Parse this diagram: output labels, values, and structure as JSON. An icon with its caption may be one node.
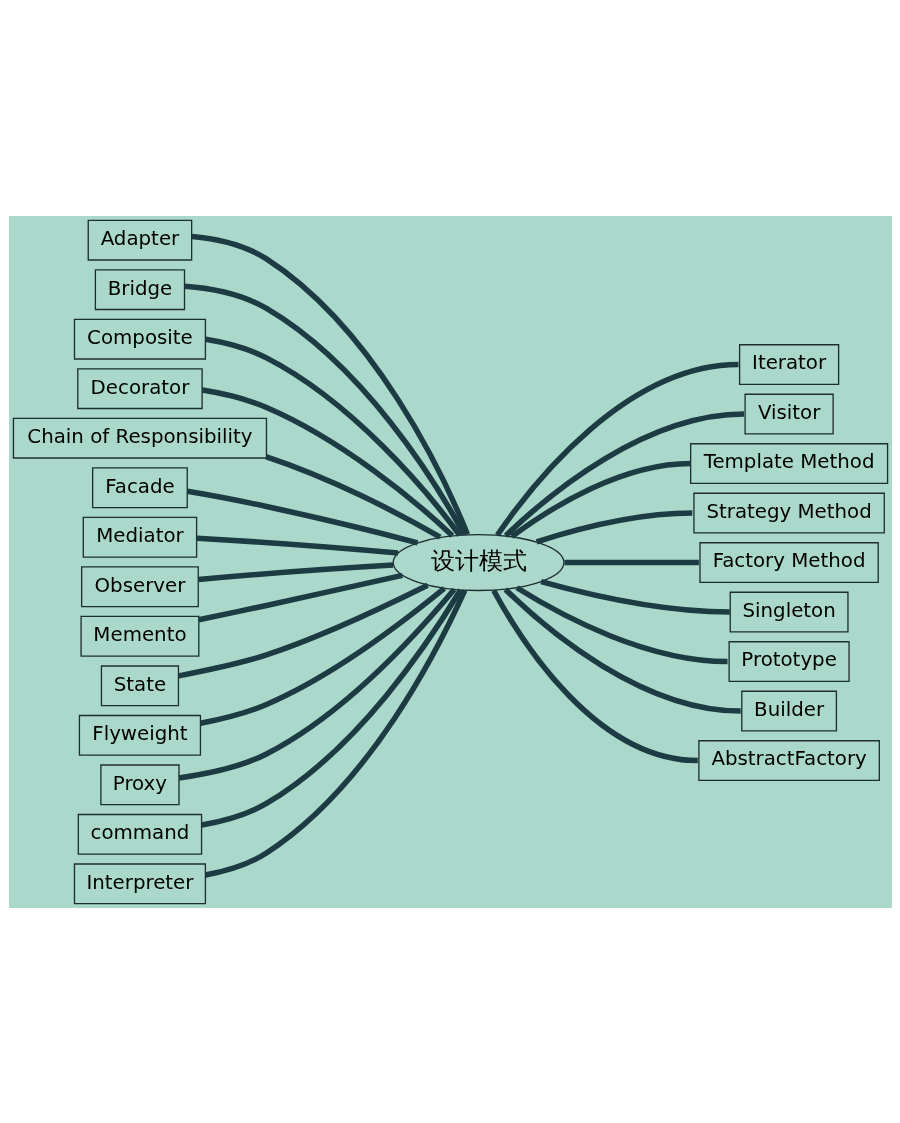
{
  "diagram": {
    "nodes": [
      {
        "text": [
          "设计模式"
        ]
      },
      {
        "text": [
          "Adapter"
        ]
      },
      {
        "text": [
          "Bridge"
        ]
      },
      {
        "text": [
          "Composite"
        ]
      },
      {
        "text": [
          "Decorator"
        ]
      },
      {
        "text": [
          "Chain of Responsibility"
        ]
      },
      {
        "text": [
          "Facade"
        ]
      },
      {
        "text": [
          "Mediator"
        ]
      },
      {
        "text": [
          "Observer"
        ]
      },
      {
        "text": [
          "Memento"
        ]
      },
      {
        "text": [
          "State"
        ]
      },
      {
        "text": [
          "Flyweight"
        ]
      },
      {
        "text": [
          "Proxy"
        ]
      },
      {
        "text": [
          "command"
        ]
      },
      {
        "text": [
          "Interpreter"
        ]
      },
      {
        "text": [
          "Iterator"
        ]
      },
      {
        "text": [
          "Visitor"
        ]
      },
      {
        "text": [
          "Template Method"
        ]
      },
      {
        "text": [
          "Strategy Method"
        ]
      },
      {
        "text": [
          "Factory Method"
        ]
      },
      {
        "text": [
          "Singleton"
        ]
      },
      {
        "text": [
          "Prototype"
        ]
      },
      {
        "text": [
          "Builder"
        ]
      },
      {
        "text": [
          "AbstractFactory"
        ]
      }
    ],
    "edges": [
      {
        "from": 0,
        "to": 1,
        "arrow": "none"
      },
      {
        "from": 0,
        "to": 2,
        "arrow": "none"
      },
      {
        "from": 0,
        "to": 3,
        "arrow": "none"
      },
      {
        "from": 0,
        "to": 4,
        "arrow": "none"
      },
      {
        "from": 0,
        "to": 5,
        "arrow": "none"
      },
      {
        "from": 0,
        "to": 6,
        "arrow": "none"
      },
      {
        "from": 0,
        "to": 7,
        "arrow": "none"
      },
      {
        "from": 0,
        "to": 8,
        "arrow": "none"
      },
      {
        "from": 0,
        "to": 9,
        "arrow": "none"
      },
      {
        "from": 0,
        "to": 10,
        "arrow": "none"
      },
      {
        "from": 0,
        "to": 11,
        "arrow": "none"
      },
      {
        "from": 0,
        "to": 12,
        "arrow": "none"
      },
      {
        "from": 0,
        "to": 13,
        "arrow": "none"
      },
      {
        "from": 0,
        "to": 14,
        "arrow": "none"
      },
      {
        "from": 0,
        "to": 15,
        "arrow": "none"
      },
      {
        "from": 0,
        "to": 16,
        "arrow": "none"
      },
      {
        "from": 0,
        "to": 17,
        "arrow": "none"
      },
      {
        "from": 0,
        "to": 18,
        "arrow": "none"
      },
      {
        "from": 0,
        "to": 19,
        "arrow": "none"
      },
      {
        "from": 0,
        "to": 20,
        "arrow": "none"
      },
      {
        "from": 0,
        "to": 21,
        "arrow": "none"
      },
      {
        "from": 0,
        "to": 22,
        "arrow": "none"
      },
      {
        "from": 0,
        "to": 23,
        "arrow": "none"
      }
    ]
  }
}
